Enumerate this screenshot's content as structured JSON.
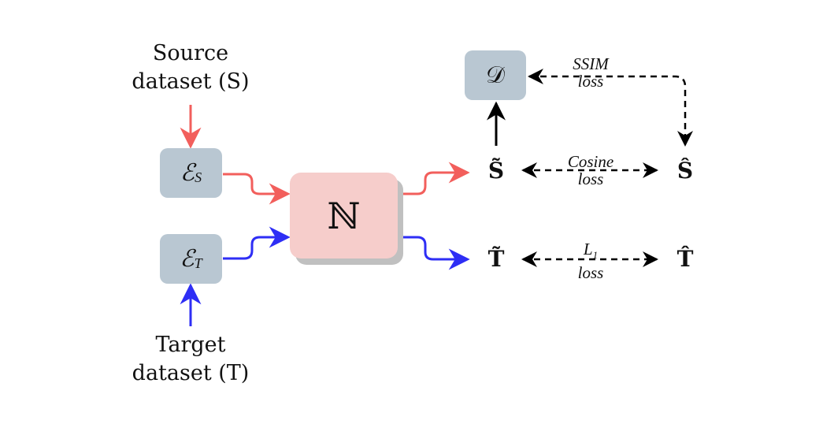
{
  "inputs": {
    "source": {
      "line1": "Source",
      "line2": "dataset (S)"
    },
    "target": {
      "line1": "Target",
      "line2": "dataset (T)"
    }
  },
  "nodes": {
    "encoder_source": {
      "symbol": "ℰ",
      "subscript": "S"
    },
    "encoder_target": {
      "symbol": "ℰ",
      "subscript": "T"
    },
    "network": {
      "symbol": "ℕ"
    },
    "discriminator": {
      "symbol": "𝒟"
    }
  },
  "outputs": {
    "s_tilde": "S̃",
    "s_hat": "Ŝ",
    "t_tilde": "T̃",
    "t_hat": "T̂"
  },
  "losses": {
    "ssim": {
      "line1": "SSIM",
      "line2": "loss"
    },
    "cosine": {
      "line1": "Cosine",
      "line2": "loss"
    },
    "l1": {
      "line1": "L",
      "sub": "1",
      "line2": "loss"
    }
  },
  "colors": {
    "source": "#f25f5c",
    "target": "#2e2ef5",
    "box": "#b9c7d2",
    "network": "#f6cdcb",
    "shadow": "#c0c0c0"
  }
}
